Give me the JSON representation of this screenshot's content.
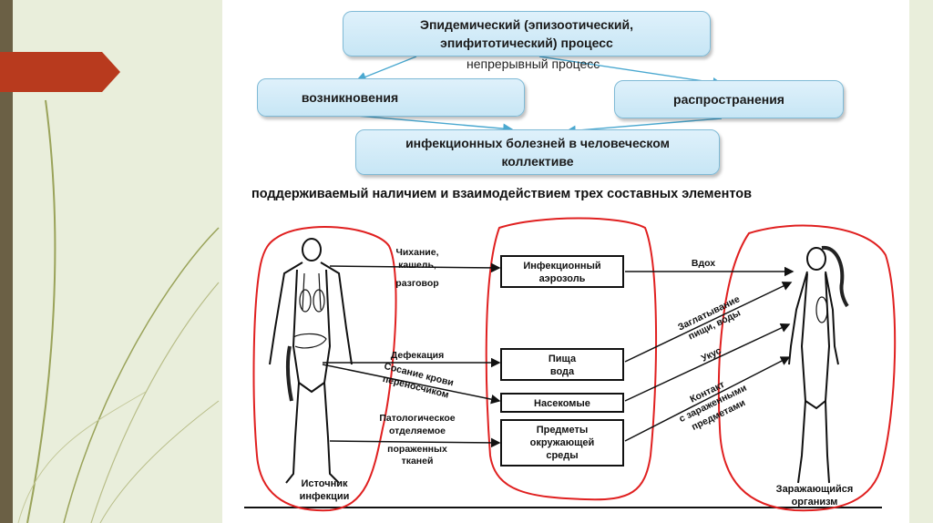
{
  "header": {
    "box_top_line1": "Эпидемический (эпизоотический,",
    "box_top_line2": "эпифитотический) процесс",
    "continuous": "непрерывный процесс",
    "box_left": "возникновения",
    "box_right": "распространения",
    "box_bottom_line1": "инфекционных болезней в человеческом",
    "box_bottom_line2": "коллективе",
    "subtitle": "поддерживаемый наличием и взаимодействием трех составных элементов"
  },
  "diagram": {
    "source_caption": [
      "Источник",
      "инфекции"
    ],
    "recipient_caption": [
      "Заражающийся",
      "организм"
    ],
    "factors": {
      "aerosol": [
        "Инфекционный",
        "аэрозоль"
      ],
      "food": [
        "Пища",
        "вода"
      ],
      "insects": [
        "Насекомые"
      ],
      "objects": [
        "Предметы",
        "окружающей",
        "среды"
      ]
    },
    "left_labels": {
      "cough": [
        "Чихание,",
        "кашель,",
        "разговор"
      ],
      "defecation": [
        "Дефекация"
      ],
      "blood": [
        "Сосание крови",
        "переносчиком"
      ],
      "pathological": [
        "Патологическое",
        "отделяемое",
        "пораженных",
        "тканей"
      ]
    },
    "right_labels": {
      "inhale": "Вдох",
      "swallow": [
        "Заглатывание",
        "пищи, воды"
      ],
      "bite": "Укус",
      "contact": [
        "Контакт",
        "с зараженными",
        "предметами"
      ]
    }
  },
  "colors": {
    "accent_red": "#b83a1e",
    "panel": "#e9eedb",
    "circle": "#e02020",
    "box_fill": "#cfeaf7"
  }
}
